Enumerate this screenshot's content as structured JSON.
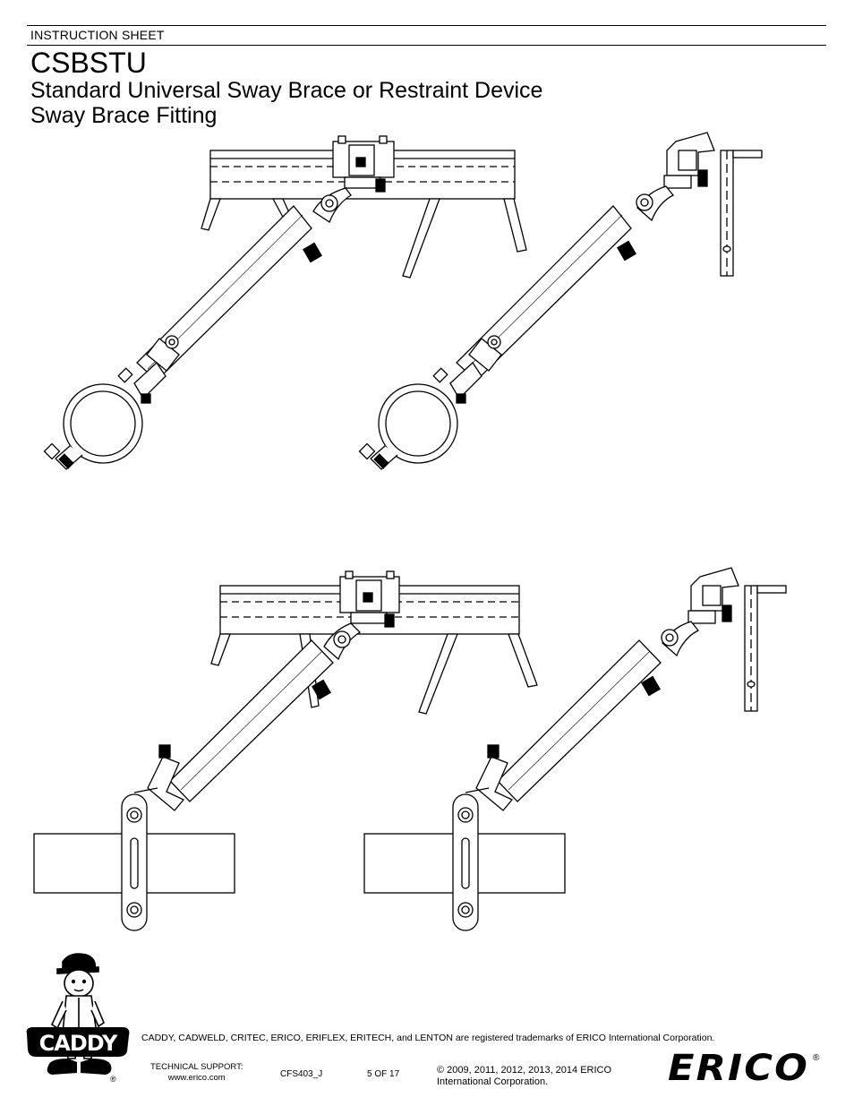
{
  "header": {
    "label": "INSTRUCTION SHEET",
    "title": "CSBSTU",
    "subtitle_line1": "Standard Universal Sway Brace or Restraint Device",
    "subtitle_line2": "Sway Brace Fitting"
  },
  "footer": {
    "trademark_notice": "CADDY, CADWELD, CRITEC, ERICO, ERIFLEX, ERITECH, and LENTON are registered trademarks of ERICO International Corporation.",
    "tech_support_label": "TECHNICAL SUPPORT:",
    "tech_support_url": "www.erico.com",
    "doc_code": "CFS403_J",
    "page": "5 OF 17",
    "copyright_line1": "© 2009, 2011, 2012, 2013, 2014 ERICO",
    "copyright_line2": "International Corporation.",
    "caddy_logo_text": "CADDY",
    "erico_logo_text": "ERICO",
    "registered_mark": "®"
  },
  "icons": {
    "caddy_logo": "caddy-mascot-logo",
    "erico_logo": "erico-wordmark-logo"
  }
}
